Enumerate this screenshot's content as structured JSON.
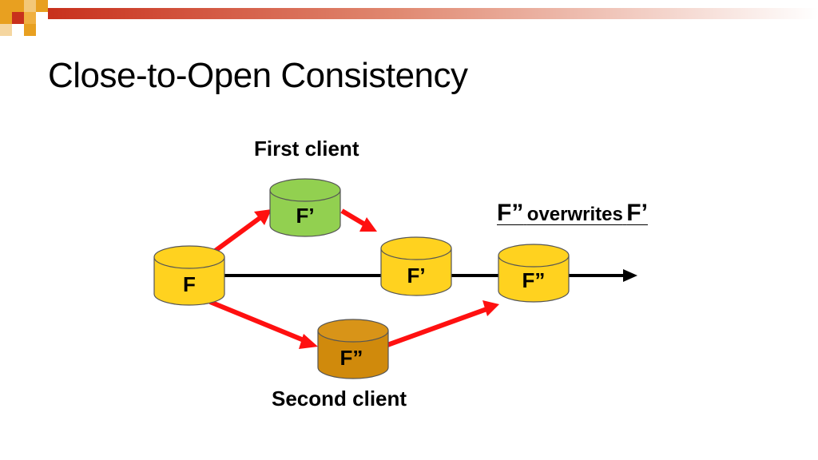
{
  "slide": {
    "title": "Close-to-Open Consistency",
    "first_client_label": "First client",
    "second_client_label": "Second client",
    "annotation": {
      "part1": "F”",
      "part2": "overwrites",
      "part3": "F’"
    }
  },
  "cylinders": [
    {
      "id": "origin",
      "label": "F",
      "color": "#ffd21f"
    },
    {
      "id": "first-client-copy",
      "label": "F’",
      "color": "#92d050"
    },
    {
      "id": "server-after-first",
      "label": "F’",
      "color": "#ffd21f"
    },
    {
      "id": "second-client-copy",
      "label": "F”",
      "color": "#d08a0c"
    },
    {
      "id": "server-after-second",
      "label": "F”",
      "color": "#ffd21f"
    }
  ],
  "colors": {
    "arrow": "#ff1010",
    "timeline": "#000000",
    "header_gradient_start": "#d43a20",
    "accent_orange": "#e8a020"
  }
}
